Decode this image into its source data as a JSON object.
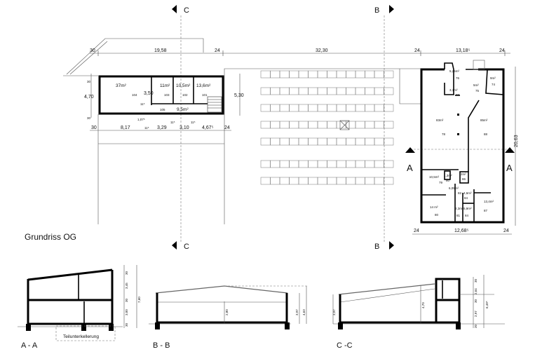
{
  "plan": {
    "title": "Grundriss OG",
    "section_markers": {
      "top_c": "C",
      "top_b": "B",
      "bottom_c": "C",
      "bottom_b": "B",
      "left_a": "A",
      "right_a": "A"
    },
    "top_dims": [
      "30",
      "19,58",
      "24",
      "32,30",
      "24",
      "13,18⁵",
      "24"
    ],
    "left_vertical_dims": [
      "30",
      "4,70",
      "30"
    ],
    "left_building": {
      "rooms": [
        {
          "area": "37m²",
          "num": "104"
        },
        {
          "area": "11m²",
          "num": "103"
        },
        {
          "area": "10,5m²",
          "num": "102"
        },
        {
          "area": "13,6m²",
          "num": "101"
        },
        {
          "area": "9,5m²",
          "num": "105"
        }
      ],
      "inner_dims": [
        "3,50",
        "11⁵",
        "1,07⁵"
      ],
      "bottom_dims": [
        "30",
        "8,17",
        "11⁵",
        "3,29",
        "11⁵",
        "3,10",
        "11⁵",
        "4,67⁵",
        "24"
      ],
      "right_dim": "5,30"
    },
    "right_building": {
      "rooms": [
        {
          "area": "5,25m²",
          "num": "76"
        },
        {
          "area": "3,1m²",
          "num": "77"
        },
        {
          "area": "5m²",
          "num": "75"
        },
        {
          "area": "9m²",
          "num": "74"
        },
        {
          "area": "83m²",
          "num": "78"
        },
        {
          "area": "85m²",
          "num": "88"
        },
        {
          "area": "10,5m²",
          "num": "79"
        },
        {
          "area": "1,3m²",
          "num": "80"
        },
        {
          "area": "2m²",
          "num": "86"
        },
        {
          "area": "6,05m²",
          "num": "82"
        },
        {
          "area": "4,6m²",
          "num": "84"
        },
        {
          "area": "13,4m²",
          "num": "87"
        },
        {
          "area": "14 m²",
          "num": "80"
        },
        {
          "area": "2,3m²",
          "num": "81"
        },
        {
          "area": "5,9m²",
          "num": "84"
        }
      ],
      "right_dim": "20,63",
      "bottom_dims": [
        "24",
        "12,68⁵",
        "24"
      ]
    }
  },
  "sections": [
    {
      "label": "A - A",
      "note": "Teilunterkellerung",
      "dims": [
        "30",
        "3,45",
        "30",
        "3,00",
        "30",
        "7,60"
      ]
    },
    {
      "label": "B - B",
      "dims": [
        "2,80",
        "3,97",
        "4,63"
      ]
    },
    {
      "label": "C -C",
      "dims": [
        "3,97",
        "4,70",
        "30",
        "2,64",
        "30",
        "2,97",
        "20",
        "6,49⁵"
      ]
    }
  ]
}
